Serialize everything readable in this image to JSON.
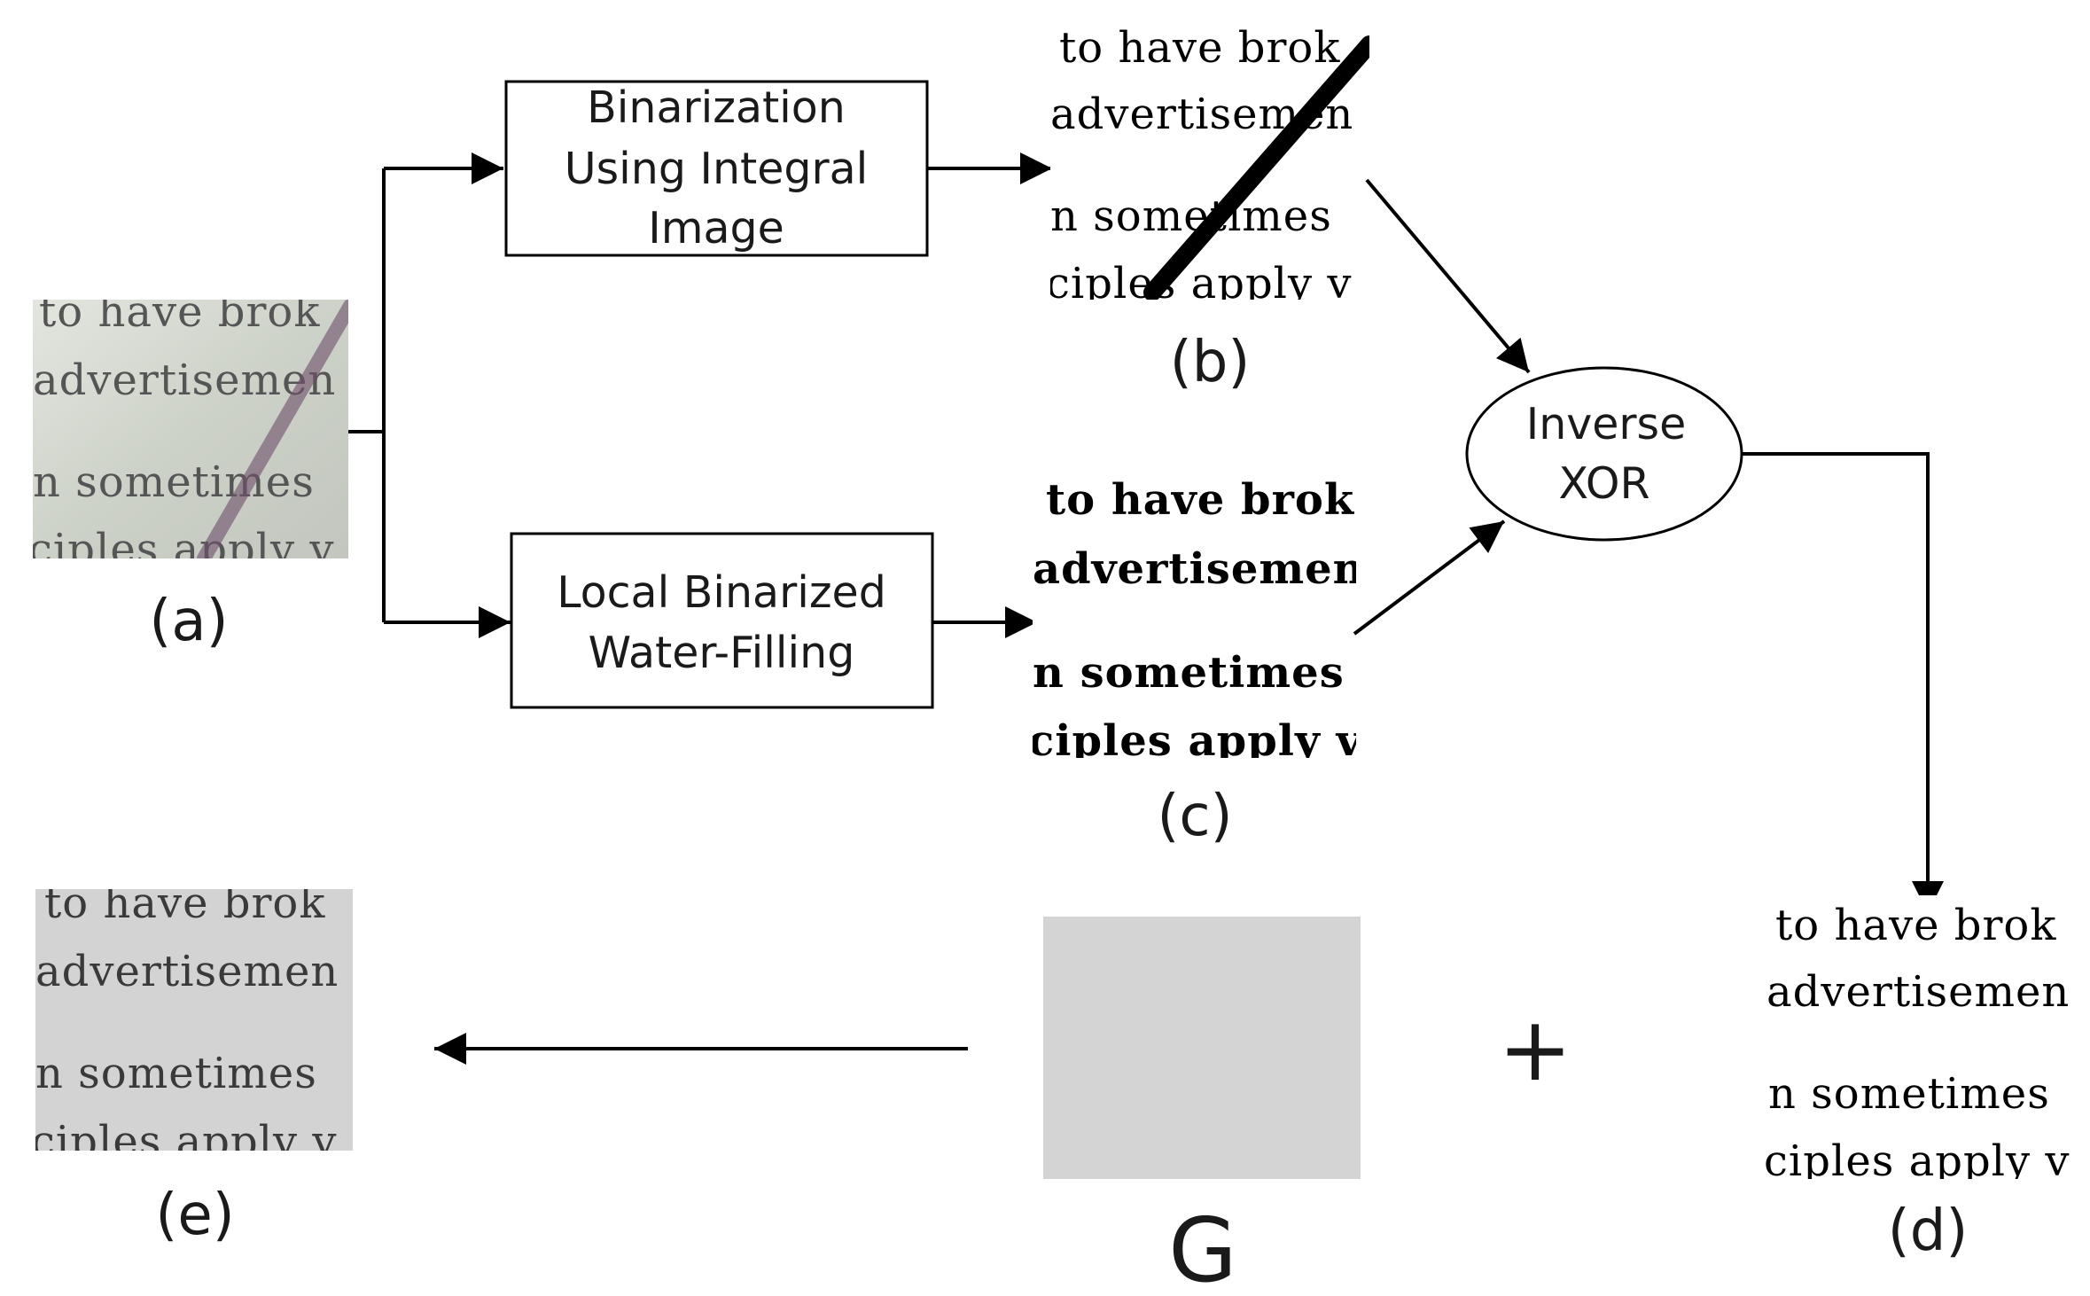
{
  "boxes": {
    "integral": {
      "lines": [
        "Binarization",
        "Using Integral",
        "Image"
      ]
    },
    "water": {
      "lines": [
        "Local Binarized",
        "Water-Filling"
      ]
    },
    "xor": {
      "lines": [
        "Inverse",
        "XOR"
      ]
    }
  },
  "captions": {
    "a": "(a)",
    "b": "(b)",
    "c": "(c)",
    "d": "(d)",
    "e": "(e)"
  },
  "g_label": "G",
  "plus_label": "+",
  "snippet_lines": [
    "to have brok",
    "advertisemen",
    "n sometimes",
    "ciples apply v"
  ],
  "colors": {
    "original_bg": "#cfd4cb",
    "stroke_mark": "#6e4f6a",
    "g_square": "#d4d4d4",
    "e_bg": "#d3d3d3"
  }
}
